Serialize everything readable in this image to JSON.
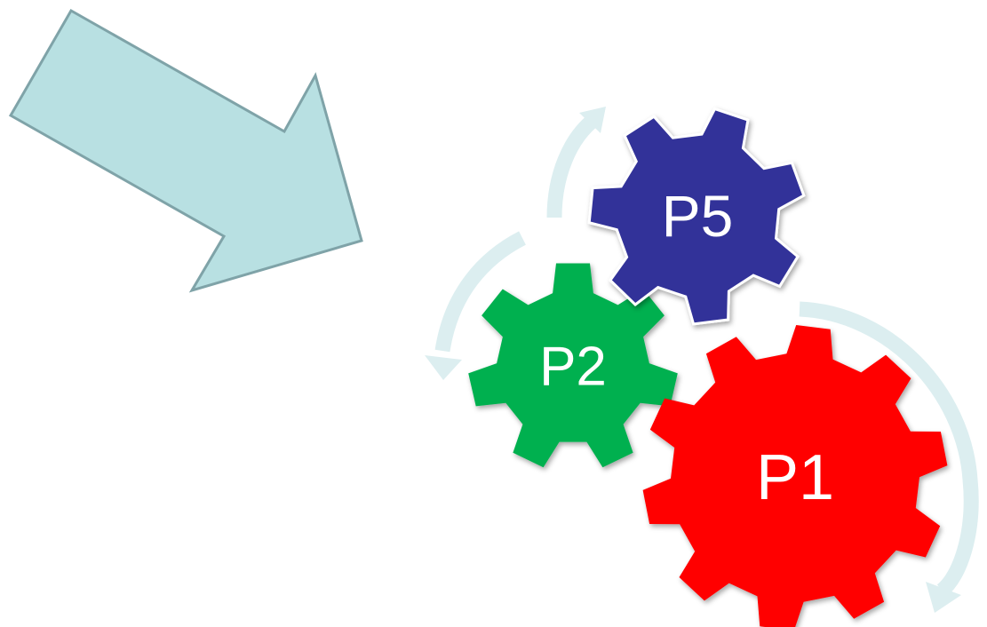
{
  "gears": [
    {
      "id": "p5",
      "label": "P5",
      "color": "#333399",
      "teeth": 7
    },
    {
      "id": "p2",
      "label": "P2",
      "color": "#00B050",
      "teeth": 7
    },
    {
      "id": "p1",
      "label": "P1",
      "color": "#FF0000",
      "teeth": 10
    }
  ],
  "arrow": {
    "fill": "#B8E0E2",
    "stroke": "#7FA3A8"
  },
  "cycle_arrow_color": "#DCEEF0"
}
